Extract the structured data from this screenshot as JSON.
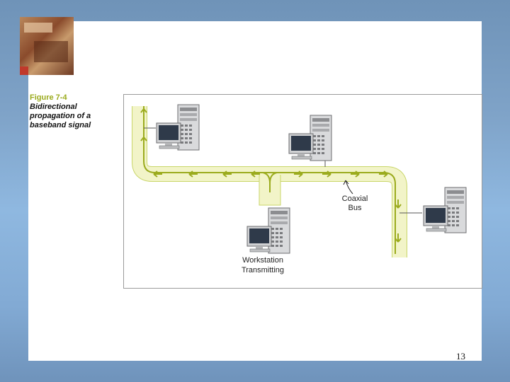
{
  "figure": {
    "number": "Figure 7-4",
    "caption": "Bidirectional propagation of a baseband signal"
  },
  "labels": {
    "bus_line1": "Coaxial",
    "bus_line2": "Bus",
    "ws_line1": "Workstation",
    "ws_line2": "Transmitting"
  },
  "slide": {
    "page_number": "13"
  },
  "icons": [
    "logo-image",
    "workstation-icon",
    "arrow-icon"
  ],
  "colors": {
    "bus_fill": "#f2f4c8",
    "bus_stroke": "#c9d66a",
    "arrow": "#9bab1e"
  }
}
